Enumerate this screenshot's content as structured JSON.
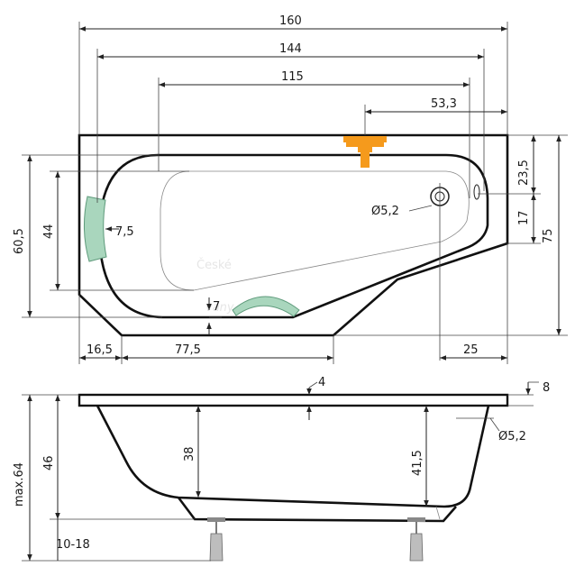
{
  "top_view": {
    "dims": {
      "overall_length": "160",
      "length_144": "144",
      "length_115": "115",
      "tap_offset": "53,3",
      "width_60_5": "60,5",
      "width_44": "44",
      "width_75": "75",
      "right_23_5": "23,5",
      "right_17": "17",
      "headrest": "7,5",
      "armrest": "7",
      "bottom_16_5": "16,5",
      "bottom_77_5": "77,5",
      "bottom_25": "25",
      "drain": "Ø5,2"
    },
    "colors": {
      "tap": "#f59a1c",
      "rest": "#a9d6bd",
      "rest_stroke": "#5e9a7b"
    }
  },
  "side_view": {
    "dims": {
      "rim_4": "4",
      "rim_8": "8",
      "depth_38": "38",
      "depth_41_5": "41,5",
      "height_46": "46",
      "max_height": "max.64",
      "legs": "10-18",
      "overflow": "Ø5,2"
    }
  },
  "watermark": {
    "line1": "České",
    "line2": "vany"
  }
}
